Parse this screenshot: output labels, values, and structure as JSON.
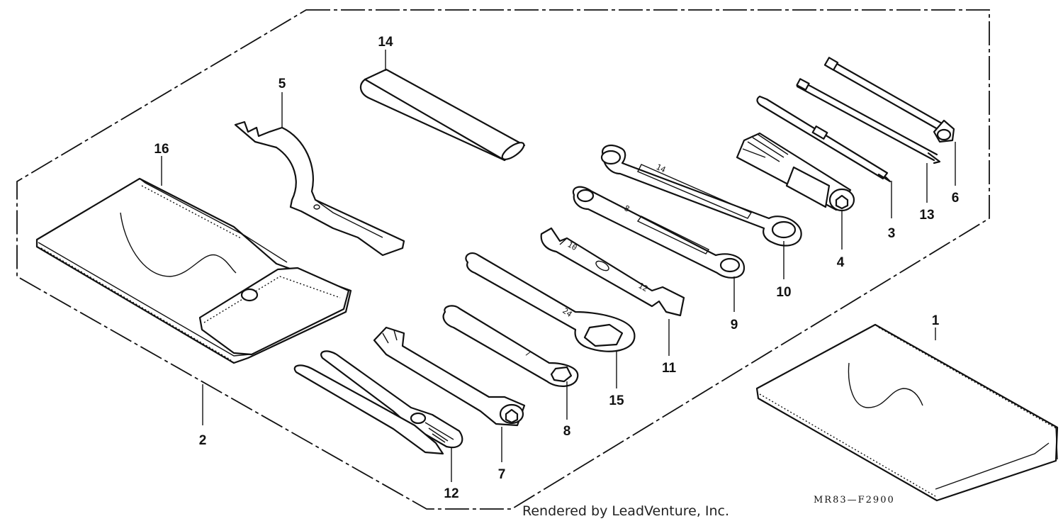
{
  "diagram": {
    "drawing_code": "MR83—F2900",
    "credit": "Rendered by LeadVenture, Inc.",
    "callouts": [
      {
        "id": "1",
        "label": "1"
      },
      {
        "id": "2",
        "label": "2"
      },
      {
        "id": "3",
        "label": "3"
      },
      {
        "id": "4",
        "label": "4"
      },
      {
        "id": "5",
        "label": "5"
      },
      {
        "id": "6",
        "label": "6"
      },
      {
        "id": "7",
        "label": "7"
      },
      {
        "id": "8",
        "label": "8"
      },
      {
        "id": "9",
        "label": "9"
      },
      {
        "id": "10",
        "label": "10"
      },
      {
        "id": "11",
        "label": "11"
      },
      {
        "id": "12",
        "label": "12"
      },
      {
        "id": "13",
        "label": "13"
      },
      {
        "id": "14",
        "label": "14"
      },
      {
        "id": "15",
        "label": "15"
      },
      {
        "id": "16",
        "label": "16"
      }
    ],
    "tool_markings": {
      "wrench_10": "14",
      "wrench_9": "8",
      "wrench_11_a": "10",
      "wrench_11_b": "12",
      "wrench_15": "24",
      "wrench_8": "7"
    }
  }
}
